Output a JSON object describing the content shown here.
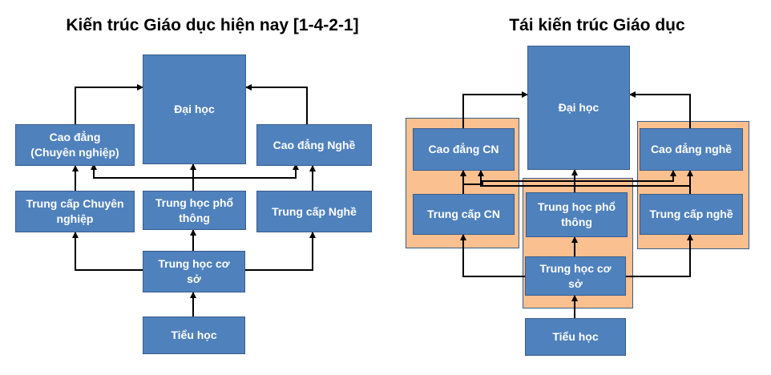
{
  "left": {
    "title": "Kiến trúc Giáo dục hiện nay [1-4-2-1]",
    "dai_hoc": "Đại học",
    "cao_dang": "Cao đẳng\n(Chuyên nghiệp)",
    "cao_dang_nghe": "Cao đẳng Nghề",
    "trung_cap_cn": "Trung cấp Chuyên\nnghiệp",
    "thpt": "Trung học phổ\nthông",
    "trung_cap_nghe": "Trung cấp Nghề",
    "thcs": "Trung học cơ\nsở",
    "tieu_hoc": "Tiểu học"
  },
  "right": {
    "title": "Tái kiến trúc Giáo dục",
    "dai_hoc": "Đại học",
    "cao_dang_cn": "Cao đẳng CN",
    "cao_dang_nghe": "Cao đẳng nghề",
    "trung_cap_cn": "Trung cấp CN",
    "thpt": "Trung học phổ\nthông",
    "trung_cap_nghe": "Trung cấp nghề",
    "thcs": "Trung học cơ\nsở",
    "tieu_hoc": "Tiểu học"
  },
  "colors": {
    "box_fill": "#4f81bd",
    "box_border": "#385d8a",
    "group_fill": "#fac090"
  }
}
